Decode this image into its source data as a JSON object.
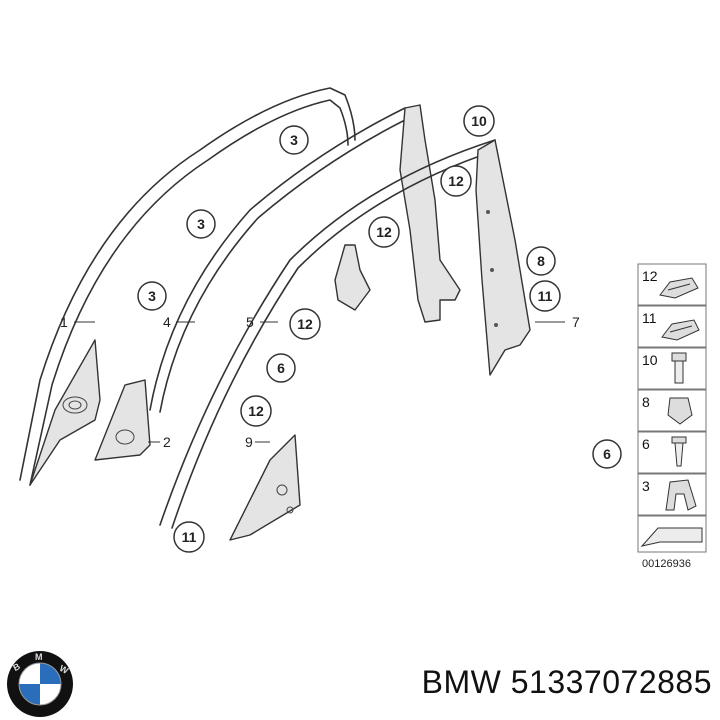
{
  "diagram_id": "00126936",
  "callouts": [
    "1",
    "2",
    "3",
    "3",
    "3",
    "4",
    "5",
    "6",
    "6",
    "7",
    "8",
    "9",
    "10",
    "11",
    "11",
    "12",
    "12",
    "12",
    "12"
  ],
  "legend": {
    "items": [
      {
        "num": "12",
        "icon": "clip-icon"
      },
      {
        "num": "11",
        "icon": "clip-icon"
      },
      {
        "num": "10",
        "icon": "bolt-icon"
      },
      {
        "num": "8",
        "icon": "nut-icon"
      },
      {
        "num": "6",
        "icon": "screw-icon"
      },
      {
        "num": "3",
        "icon": "bracket-icon"
      },
      {
        "num": "",
        "icon": "arrow-icon"
      }
    ]
  },
  "caption": "BMW 51337072885",
  "logo": {
    "text": "BMW",
    "colors": {
      "blue": "#2a6ebb",
      "white": "#ffffff",
      "ring": "#111111"
    }
  }
}
